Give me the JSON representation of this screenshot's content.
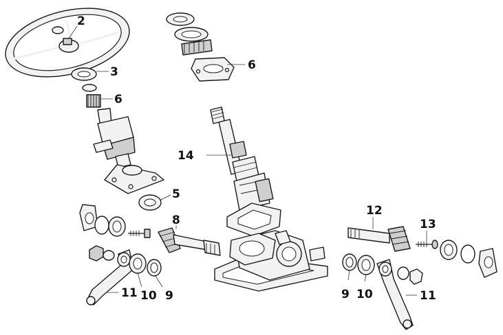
{
  "callouts": {
    "c2": "2",
    "c3": "3",
    "c6a": "6",
    "c6b": "6",
    "c14": "14",
    "c5": "5",
    "c8": "8",
    "c11a": "11",
    "c10a": "10",
    "c9a": "9",
    "c12": "12",
    "c13": "13",
    "c9b": "9",
    "c10b": "10",
    "c11b": "11"
  }
}
